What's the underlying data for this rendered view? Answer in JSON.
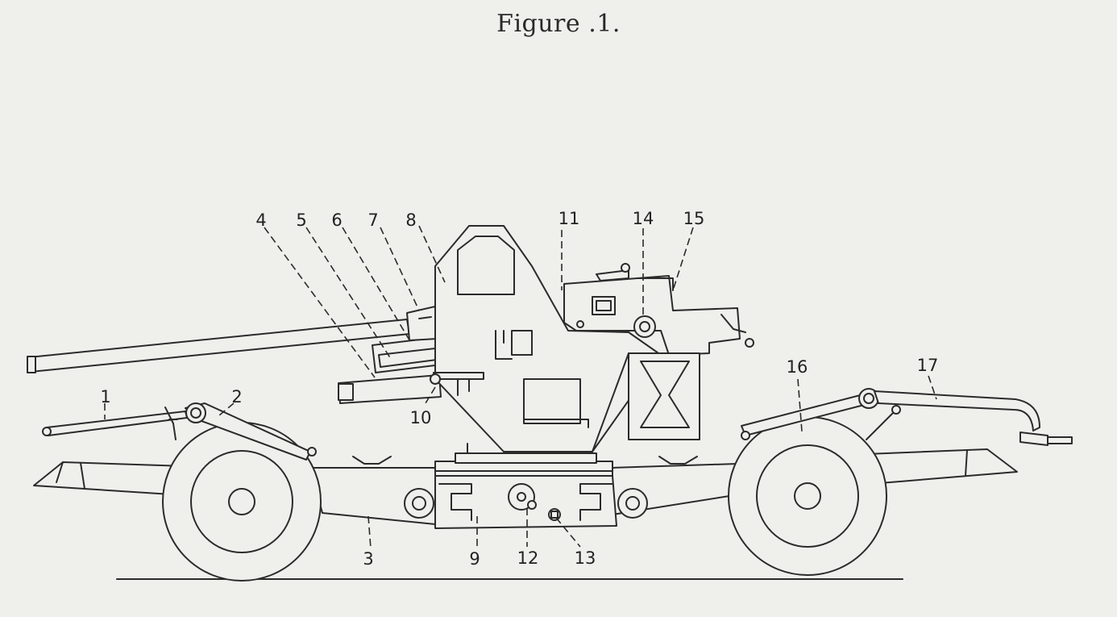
{
  "figure": {
    "title": "Figure .1."
  },
  "callouts": [
    {
      "id": "c1",
      "text": "1"
    },
    {
      "id": "c2",
      "text": "2"
    },
    {
      "id": "c3",
      "text": "3"
    },
    {
      "id": "c4",
      "text": "4"
    },
    {
      "id": "c5",
      "text": "5"
    },
    {
      "id": "c6",
      "text": "6"
    },
    {
      "id": "c7",
      "text": "7"
    },
    {
      "id": "c8",
      "text": "8"
    },
    {
      "id": "c9",
      "text": "9"
    },
    {
      "id": "c10",
      "text": "10"
    },
    {
      "id": "c11",
      "text": "11"
    },
    {
      "id": "c12",
      "text": "12"
    },
    {
      "id": "c13",
      "text": "13"
    },
    {
      "id": "c14",
      "text": "14"
    },
    {
      "id": "c15",
      "text": "15"
    },
    {
      "id": "c16",
      "text": "16"
    },
    {
      "id": "c17",
      "text": "17"
    }
  ]
}
